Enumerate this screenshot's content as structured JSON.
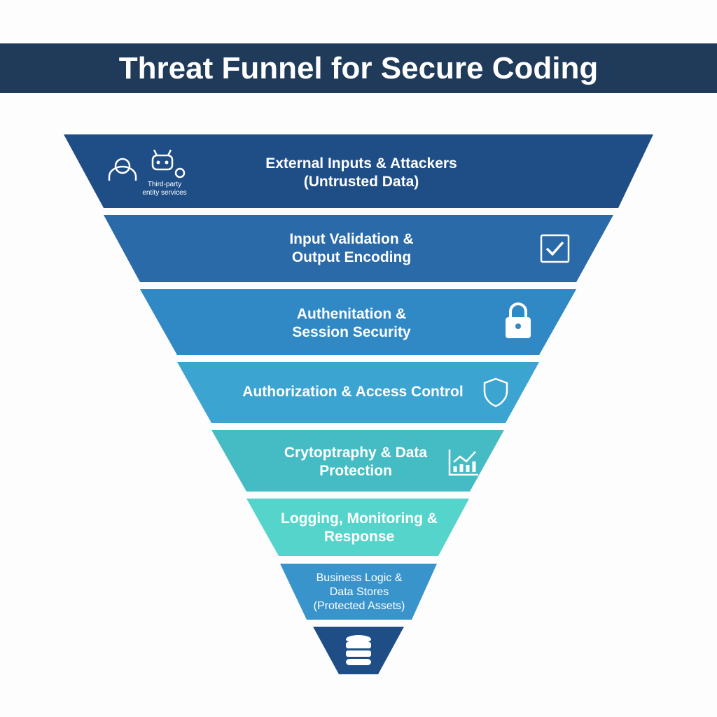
{
  "title": "Threat Funnel for Secure Coding",
  "layers": [
    {
      "label": "External Inputs & Attackers\n(Untrusted Data)",
      "color": "#1f4e87",
      "icon": "user-robot-gear-icon",
      "icon_caption": "Third-party\nentity services"
    },
    {
      "label": "Input Validation &\nOutput Encoding",
      "color": "#2a6aa8",
      "icon": "checkbox-icon"
    },
    {
      "label": "Authenitation &\nSession Security",
      "color": "#3088c4",
      "icon": "lock-icon"
    },
    {
      "label": "Authorization & Access Control",
      "color": "#3ca4d0",
      "icon": "shield-icon"
    },
    {
      "label": "Crytoptraphy & Data\nProtection",
      "color": "#45bcc4",
      "icon": "chart-icon"
    },
    {
      "label": "Logging, Monitoring &\nResponse",
      "color": "#55d4cc"
    },
    {
      "label": "Business Logic &\nData Stores\n(Protected Assets)",
      "color": "#3a94cc"
    },
    {
      "color": "#1f4e87",
      "icon": "database-icon"
    }
  ]
}
